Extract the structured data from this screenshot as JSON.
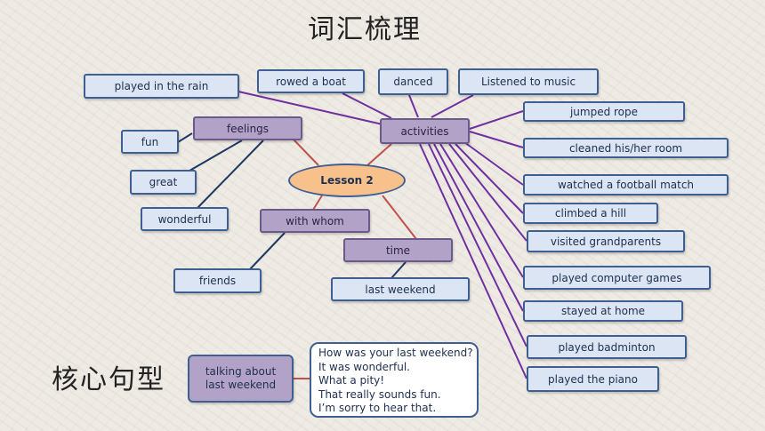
{
  "titles": {
    "vocab": "词汇梳理",
    "sentences": "核心句型"
  },
  "colors": {
    "box_fill": "#dbe5f3",
    "box_border": "#3f5f92",
    "category_fill": "#b3a2c8",
    "center_fill": "#f8c18c",
    "line_purple": "#7030a0",
    "line_red": "#c0504d",
    "line_navy": "#1f3864"
  },
  "mindmap": {
    "center": "Lesson 2",
    "categories": {
      "feelings": "feelings",
      "activities": "activities",
      "with_whom": "with whom",
      "time": "time"
    },
    "feelings_items": [
      "fun",
      "great",
      "wonderful"
    ],
    "with_whom_items": [
      "friends"
    ],
    "time_items": [
      "last weekend"
    ],
    "activities_items": [
      "played in the rain",
      "rowed a boat",
      "danced",
      "Listened to music",
      "jumped rope",
      "cleaned his/her room",
      "watched a football match",
      "climbed a hill",
      "visited grandparents",
      "played computer games",
      "stayed at home",
      "played badminton",
      "played the piano"
    ]
  },
  "sentence_map": {
    "topic_line1": "talking about",
    "topic_line2": "last weekend",
    "sentences": [
      "How was your last weekend?",
      "It was wonderful.",
      "What a pity!",
      "That really sounds fun.",
      "I’m sorry to hear that."
    ]
  }
}
